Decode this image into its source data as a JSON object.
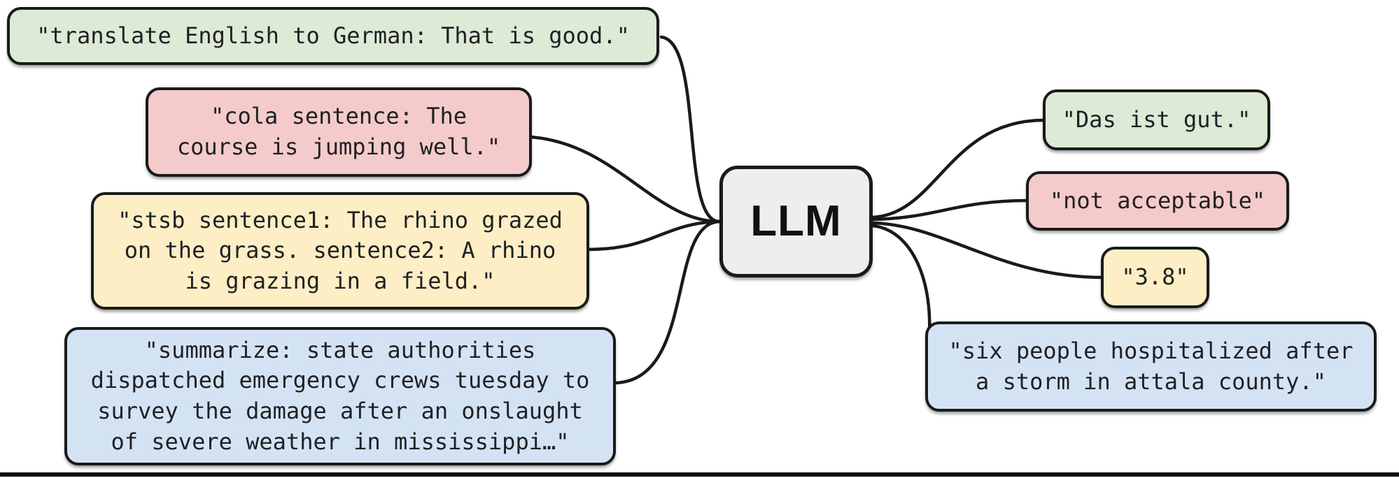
{
  "figure": {
    "model_label": "LLM",
    "colors": {
      "green": "#dcead6",
      "red": "#f4cbca",
      "yellow": "#fdeec5",
      "blue": "#d4e3f4",
      "model_gray": "#eeeeee",
      "line_black": "#1a1a1a"
    },
    "inputs": [
      {
        "text": "\"translate English to German: That is good.\""
      },
      {
        "text": "\"cola sentence: The\ncourse is jumping well.\""
      },
      {
        "text": "\"stsb sentence1: The rhino grazed\non the grass. sentence2: A rhino\nis grazing in a field.\""
      },
      {
        "text": "\"summarize: state authorities\ndispatched emergency crews tuesday to\nsurvey the damage after an onslaught\nof severe weather in mississippi…\""
      }
    ],
    "outputs": [
      {
        "text": "\"Das ist gut.\""
      },
      {
        "text": "\"not acceptable\""
      },
      {
        "text": "\"3.8\""
      },
      {
        "text": "\"six people hospitalized after\na storm in attala county.\""
      }
    ]
  }
}
